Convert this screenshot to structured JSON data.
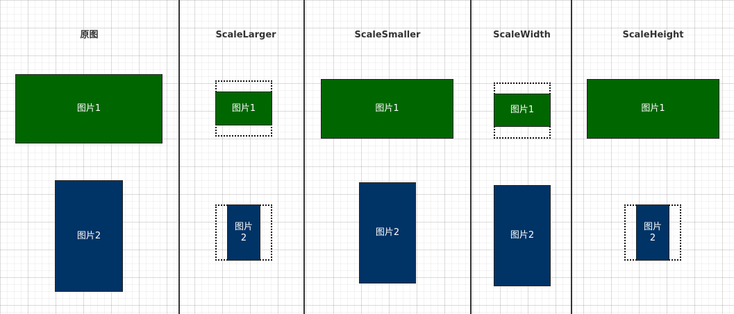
{
  "colors": {
    "green": "#006600",
    "blue": "#003366"
  },
  "columns": [
    {
      "title": "原图",
      "img1": "图片1",
      "img2": "图片2"
    },
    {
      "title": "ScaleLarger",
      "img1": "图片1",
      "img2": "图片 2"
    },
    {
      "title": "ScaleSmaller",
      "img1": "图片1",
      "img2": "图片2"
    },
    {
      "title": "ScaleWidth",
      "img1": "图片1",
      "img2": "图片2"
    },
    {
      "title": "ScaleHeight",
      "img1": "图片1",
      "img2": "图片 2"
    }
  ]
}
